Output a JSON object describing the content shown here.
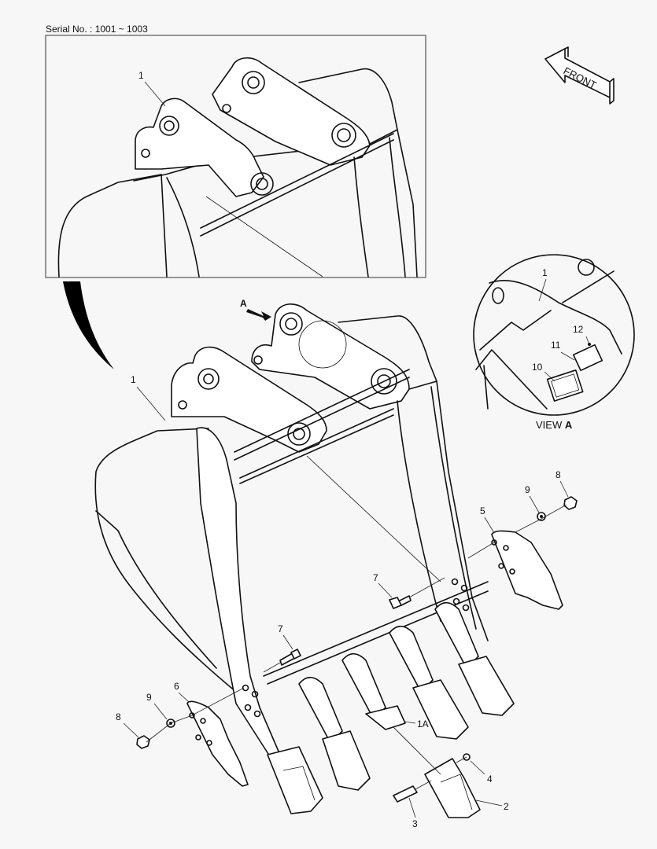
{
  "header": {
    "serial_label": "Serial No. : 1001 ~ 1003"
  },
  "orientation": {
    "front_label": "FRONT",
    "icon": "front-arrow-icon"
  },
  "view_a": {
    "title_prefix": "VIEW",
    "title_letter": "A",
    "arrow_label": "A"
  },
  "callouts": {
    "inset_bucket": "1",
    "main_bucket": "1",
    "view_a_bucket": "1",
    "tooth_adapter": "1A",
    "tooth": "2",
    "pin": "3",
    "lock": "4",
    "side_cutter_right": "5",
    "side_cutter_left": "6",
    "bolt_right": "7",
    "bolt_left": "7",
    "nut_right": "8",
    "nut_left": "8",
    "washer_right": "9",
    "washer_left": "9",
    "plate_10": "10",
    "plate_11": "11",
    "rivet_12": "12"
  },
  "colors": {
    "background": "#f7f7f7",
    "line": "#111111",
    "frame": "#555555"
  }
}
